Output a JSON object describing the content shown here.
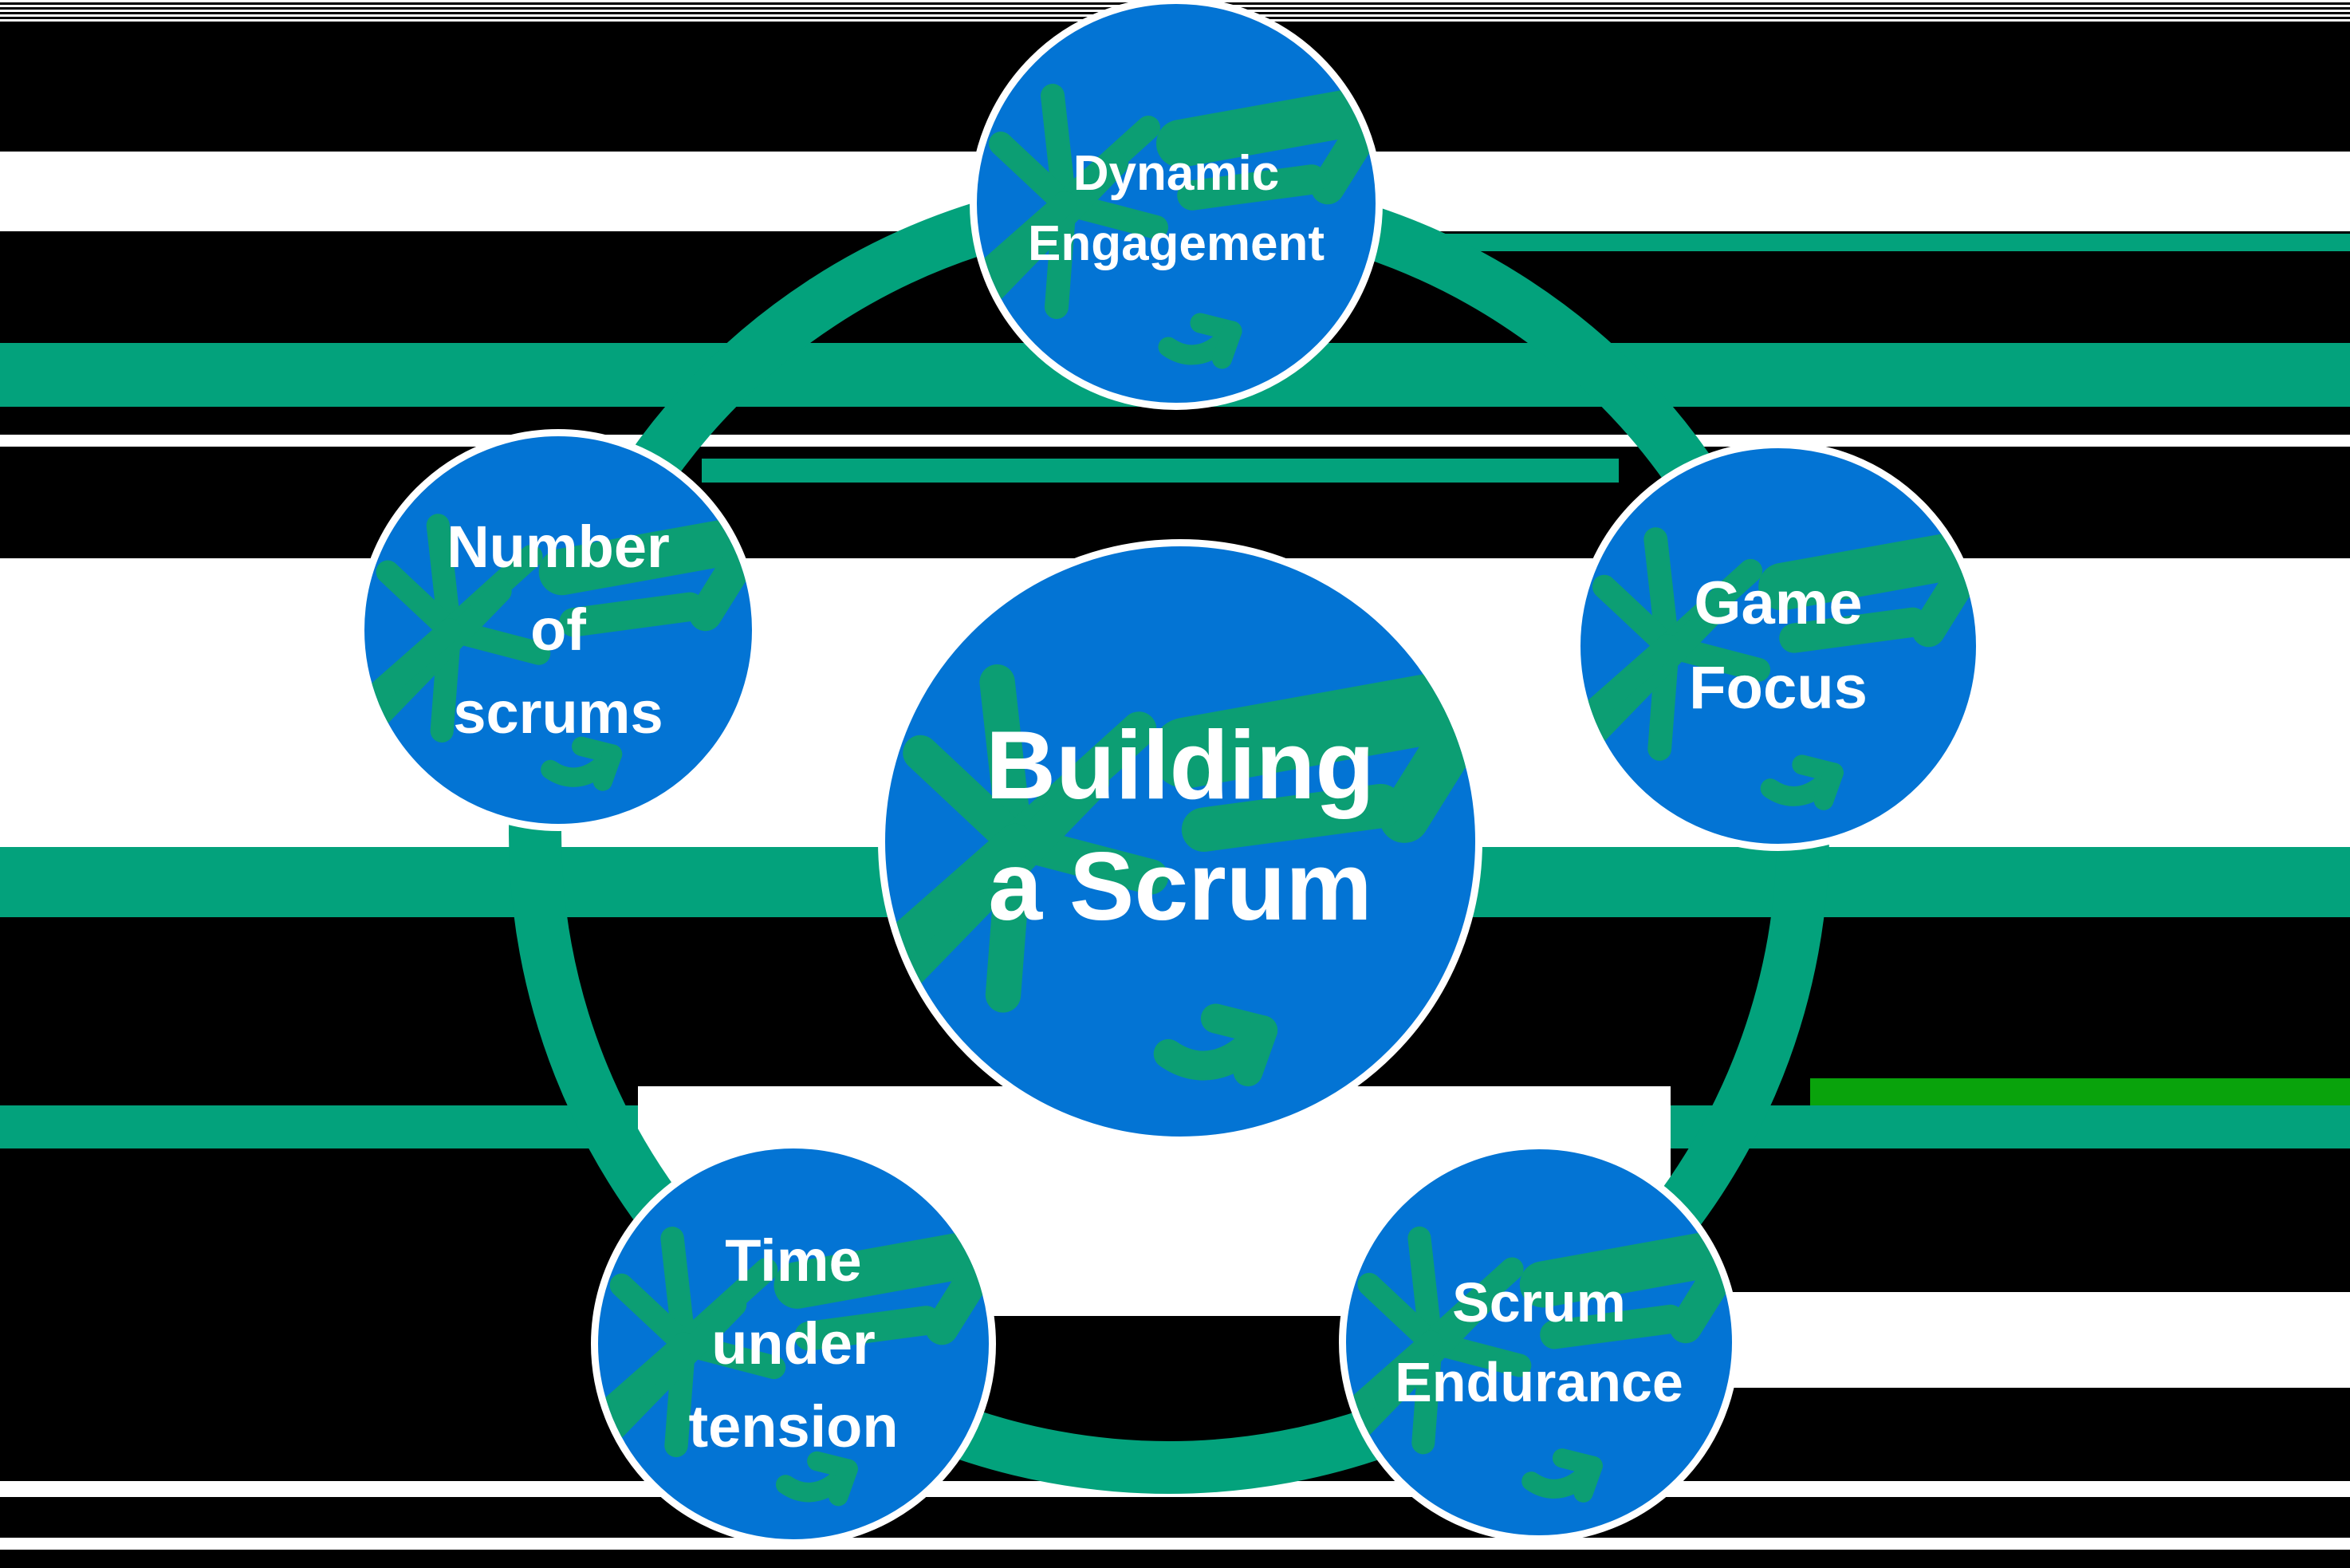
{
  "diagram": {
    "title": "Building a Scrum",
    "center": {
      "lines": [
        "Building",
        "a Scrum"
      ]
    },
    "nodes": [
      {
        "id": "top",
        "lines": [
          "Dynamic",
          "Engagement"
        ]
      },
      {
        "id": "right",
        "lines": [
          "Game",
          "Focus"
        ]
      },
      {
        "id": "bottom-right",
        "lines": [
          "Scrum",
          "Endurance"
        ]
      },
      {
        "id": "bottom-left",
        "lines": [
          "Time",
          "under",
          "tension"
        ]
      },
      {
        "id": "left",
        "lines": [
          "Number",
          "of",
          "scrums"
        ]
      }
    ],
    "colors": {
      "node_fill": "#0374d4",
      "node_rim": "#ffffff",
      "ring_green": "#03a27c",
      "doodle_green": "#0c9e73",
      "bright_green_band": "#09a30c",
      "text": "#ffffff",
      "background": "#000000",
      "stripe_white": "#ffffff"
    }
  }
}
